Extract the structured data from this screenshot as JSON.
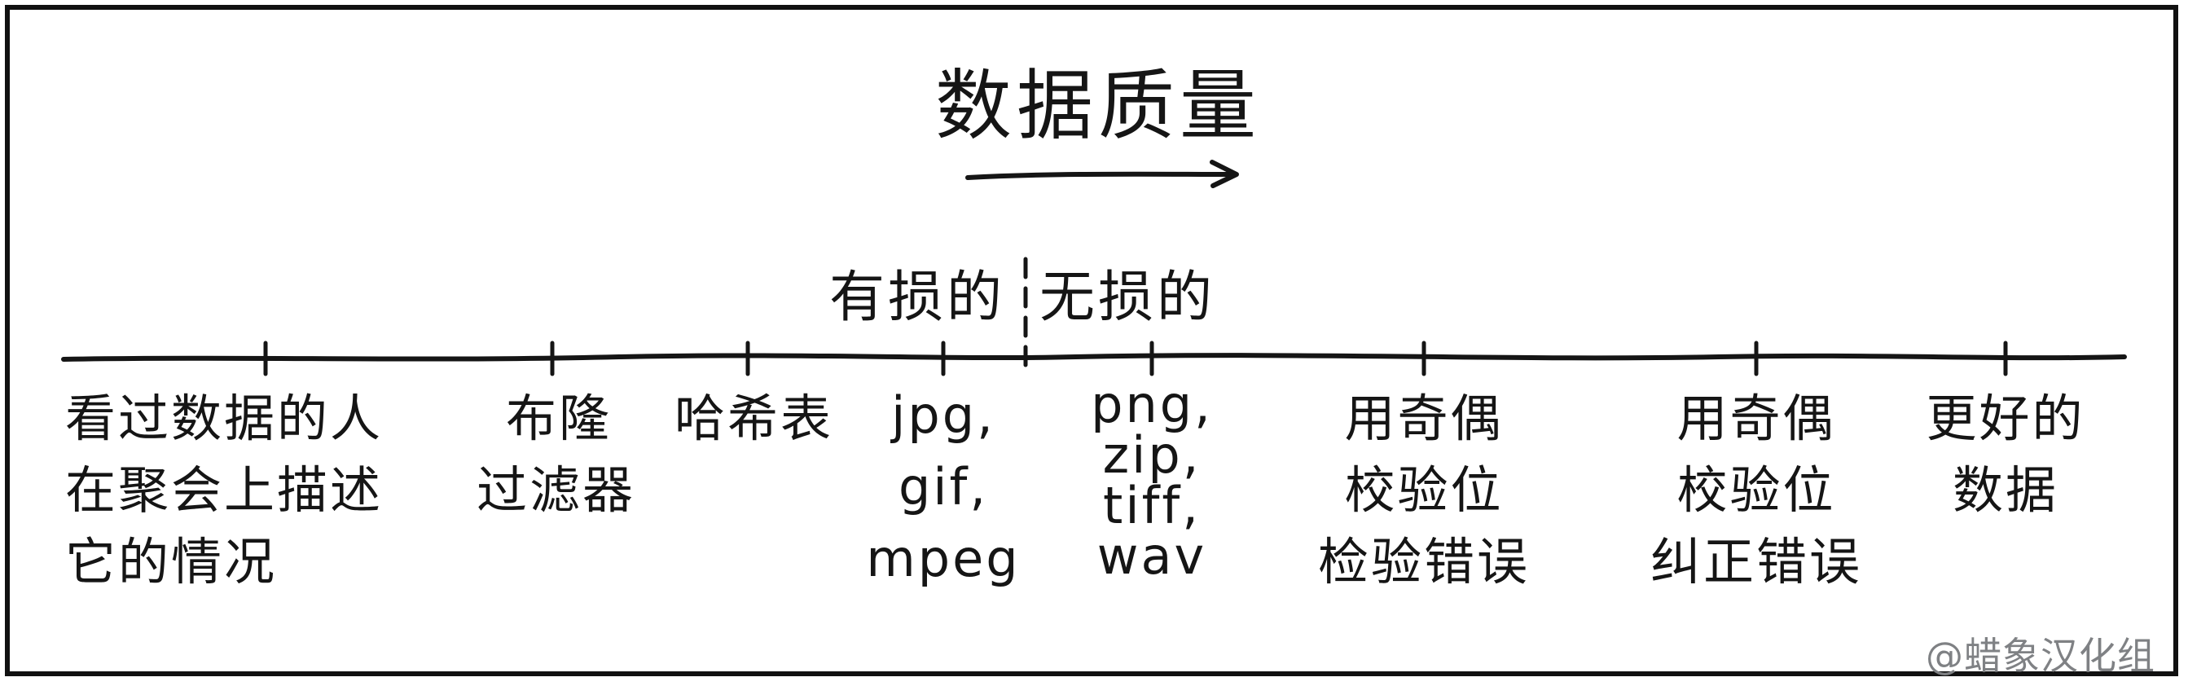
{
  "title": "数据质量",
  "split": {
    "left": "有损的",
    "right": "无损的"
  },
  "labels": [
    {
      "line1": "看过数据的人",
      "line2": "在聚会上描述",
      "line3": "它的情况"
    },
    {
      "line1": "布隆",
      "line2": "过滤器"
    },
    {
      "line1": "哈希表"
    },
    {
      "line1": "jpg,",
      "line2": "gif,",
      "line3": "mpeg"
    },
    {
      "line1": "png,",
      "line2": "zip,",
      "line3": "tiff,",
      "line4": "wav"
    },
    {
      "line1": "用奇偶",
      "line2": "校验位",
      "line3": "检验错误"
    },
    {
      "line1": "用奇偶",
      "line2": "校验位",
      "line3": "纠正错误"
    },
    {
      "line1": "更好的",
      "line2": "数据"
    }
  ],
  "credit": "@蜡象汉化组",
  "colors": {
    "ink": "#151515",
    "credit": "#7f8184"
  }
}
